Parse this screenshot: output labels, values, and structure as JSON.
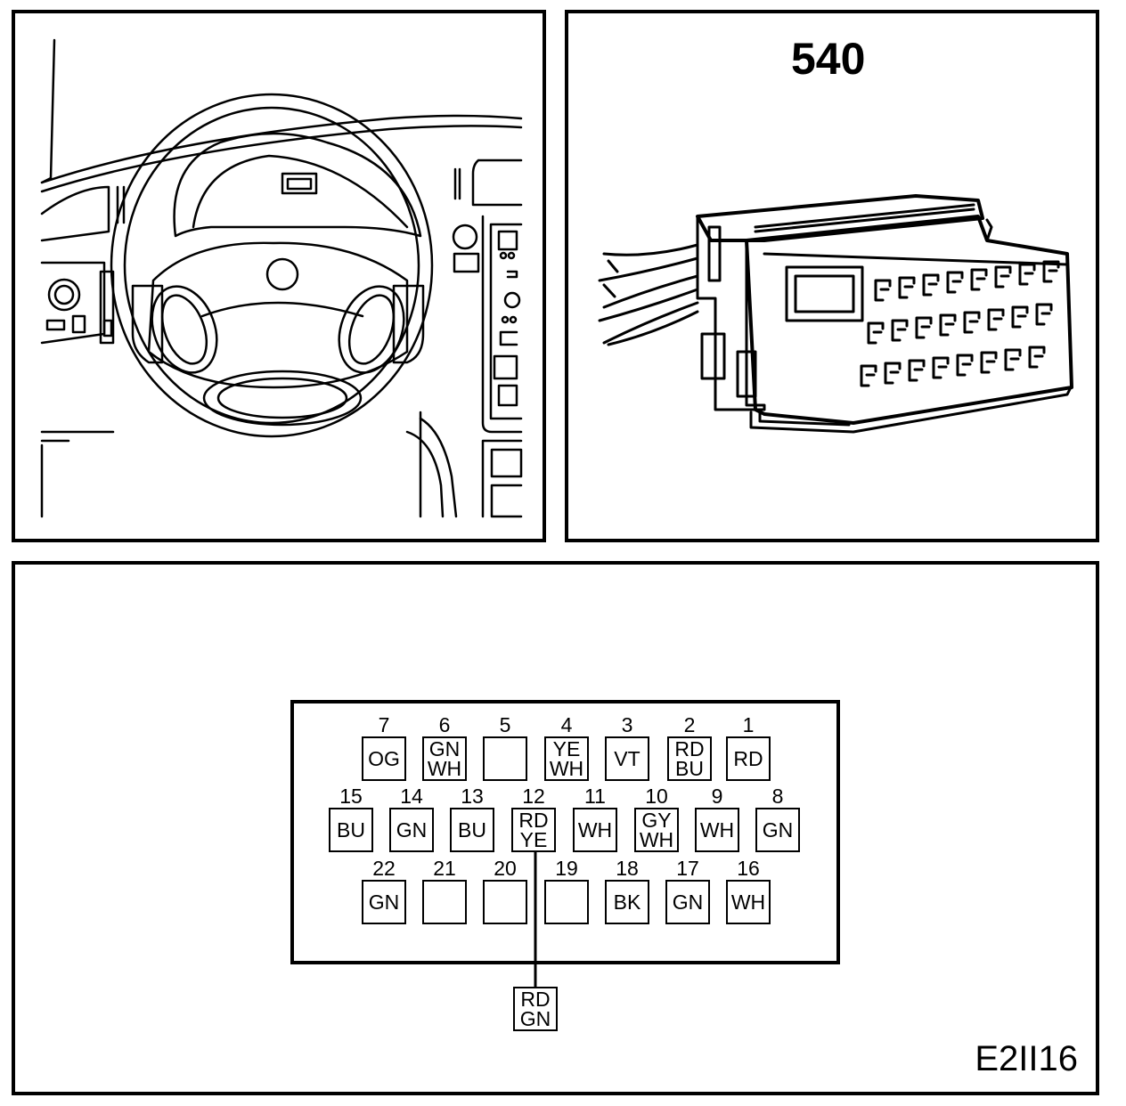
{
  "connector": {
    "label": "540"
  },
  "figure_code": "E2II16",
  "pins": [
    {
      "num": "7",
      "colors": [
        "OG"
      ]
    },
    {
      "num": "6",
      "colors": [
        "GN",
        "WH"
      ]
    },
    {
      "num": "5",
      "colors": []
    },
    {
      "num": "4",
      "colors": [
        "YE",
        "WH"
      ]
    },
    {
      "num": "3",
      "colors": [
        "VT"
      ]
    },
    {
      "num": "2",
      "colors": [
        "RD",
        "BU"
      ]
    },
    {
      "num": "1",
      "colors": [
        "RD"
      ]
    },
    {
      "num": "15",
      "colors": [
        "BU"
      ]
    },
    {
      "num": "14",
      "colors": [
        "GN"
      ]
    },
    {
      "num": "13",
      "colors": [
        "BU"
      ]
    },
    {
      "num": "12",
      "colors": [
        "RD",
        "YE"
      ]
    },
    {
      "num": "11",
      "colors": [
        "WH"
      ]
    },
    {
      "num": "10",
      "colors": [
        "GY",
        "WH"
      ]
    },
    {
      "num": "9",
      "colors": [
        "WH"
      ]
    },
    {
      "num": "8",
      "colors": [
        "GN"
      ]
    },
    {
      "num": "22",
      "colors": [
        "GN"
      ]
    },
    {
      "num": "21",
      "colors": []
    },
    {
      "num": "20",
      "colors": []
    },
    {
      "num": "19",
      "colors": []
    },
    {
      "num": "18",
      "colors": [
        "BK"
      ]
    },
    {
      "num": "17",
      "colors": [
        "GN"
      ]
    },
    {
      "num": "16",
      "colors": [
        "WH"
      ]
    }
  ],
  "splice": {
    "pin": "12",
    "colors": [
      "RD",
      "GN"
    ]
  }
}
